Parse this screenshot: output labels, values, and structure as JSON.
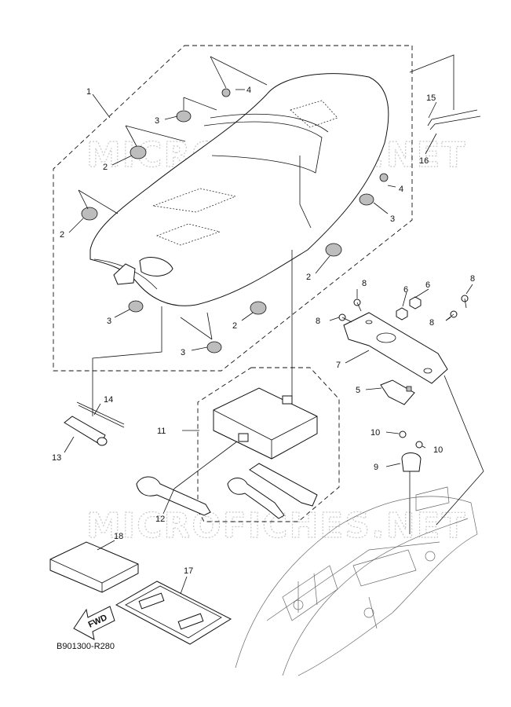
{
  "watermark": "MICROFICHES.NET",
  "diagram_code": "B901300-R280",
  "fwd_label": "FWD",
  "callouts": {
    "c1": "1",
    "c2a": "2",
    "c2b": "2",
    "c2c": "2",
    "c2d": "2",
    "c3a": "3",
    "c3b": "3",
    "c3c": "3",
    "c3d": "3",
    "c4a": "4",
    "c4b": "4",
    "c5": "5",
    "c6a": "6",
    "c6b": "6",
    "c7": "7",
    "c8a": "8",
    "c8b": "8",
    "c8c": "8",
    "c8d": "8",
    "c9": "9",
    "c10a": "10",
    "c10b": "10",
    "c11": "11",
    "c12": "12",
    "c13": "13",
    "c14": "14",
    "c15": "15",
    "c16": "16",
    "c17": "17",
    "c18": "18"
  }
}
